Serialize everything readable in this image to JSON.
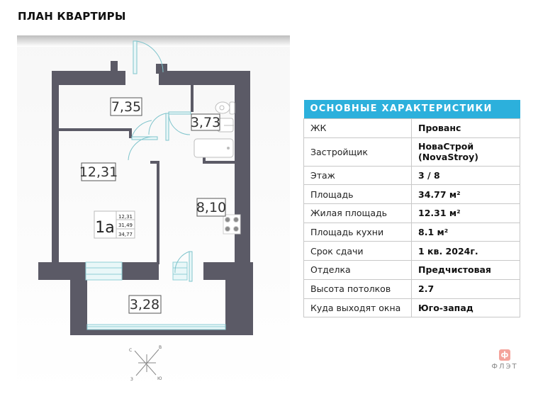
{
  "page": {
    "title": "ПЛАН КВАРТИРЫ"
  },
  "floor_plan": {
    "apartment_type": "1а",
    "summary_areas": [
      "12,31",
      "31,49",
      "34,77"
    ],
    "rooms": [
      {
        "name": "hallway",
        "area": "7,35"
      },
      {
        "name": "bathroom",
        "area": "3,73"
      },
      {
        "name": "living-room",
        "area": "12,31"
      },
      {
        "name": "kitchen",
        "area": "8,10"
      },
      {
        "name": "balcony",
        "area": "3,28"
      }
    ],
    "compass": {
      "n": "С",
      "e": "В",
      "s": "Ю",
      "w": "З"
    },
    "colors": {
      "wall": "#5b5a66",
      "window": "#9fd7de",
      "door": "#7fc4cc"
    }
  },
  "specs": {
    "header": "ОСНОВНЫЕ ХАРАКТЕРИСТИКИ",
    "header_color": "#2cb0dc",
    "rows": [
      {
        "label": "ЖК",
        "value": "Прованс"
      },
      {
        "label": "Застройщик",
        "value": "НоваСтрой (NovaStroy)"
      },
      {
        "label": "Этаж",
        "value": "3 / 8"
      },
      {
        "label": "Площадь",
        "value": "34.77 м²"
      },
      {
        "label": "Жилая площадь",
        "value": "12.31 м²"
      },
      {
        "label": "Площадь кухни",
        "value": "8.1 м²"
      },
      {
        "label": "Срок сдачи",
        "value": "1 кв. 2024г."
      },
      {
        "label": "Отделка",
        "value": "Предчистовая"
      },
      {
        "label": "Высота потолков",
        "value": "2.7"
      },
      {
        "label": "Куда выходят окна",
        "value": "Юго-запад"
      }
    ]
  },
  "watermark": {
    "badge": "ф",
    "text": "ФЛЭТ"
  }
}
